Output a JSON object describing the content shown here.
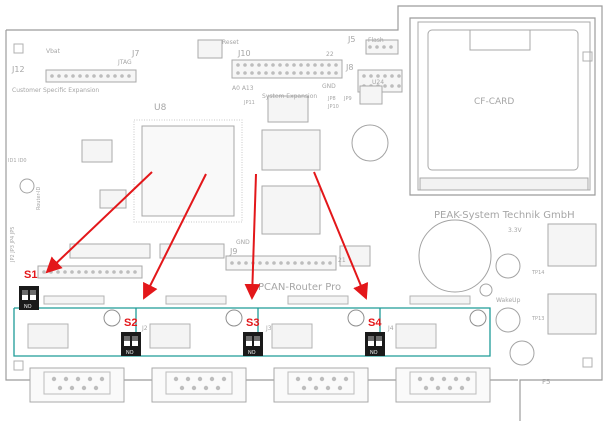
{
  "board": {
    "title": "PCAN-Router Pro",
    "vendor": "PEAK-System Technik GmbH",
    "card_slot": "CF-CARD",
    "main_chip": "U8",
    "labels": {
      "vbat": "Vbat",
      "jtag": "JTAG",
      "j7": "J7",
      "j10": "J10",
      "j5": "J5",
      "flash": "Flash",
      "j12": "J12",
      "expansion_customer": "Customer Specific Expansion",
      "expansion_system": "System Expansion",
      "j8": "J8",
      "j9": "J9",
      "gnd": "GND",
      "u24": "U24",
      "reset": "Reset",
      "wakeup": "WakeUp",
      "v33": "3.3V",
      "f5": "F5",
      "router_id": "Router-ID",
      "id_block": "ID1 ID0",
      "jp_block": "JP2 JP3 JP4 JP5",
      "j2": "J2",
      "j3": "J3",
      "j4": "J4",
      "ao": "A0 A13",
      "n2": "22",
      "n3": "21",
      "tp13": "TP13",
      "tp14": "TP14",
      "jp8": "JP8",
      "jp9": "JP9",
      "jp10": "JP10",
      "jp11": "JP11"
    }
  },
  "switches": [
    {
      "label": "S1",
      "mark": "NO"
    },
    {
      "label": "S2",
      "mark": "NO"
    },
    {
      "label": "S3",
      "mark": "NO"
    },
    {
      "label": "S4",
      "mark": "NO"
    }
  ],
  "colors": {
    "arrow": "#e3171a",
    "silkscreen": "#a6a6a6",
    "can_outline": "#1e9c98",
    "switch_body": "#1a1a1a"
  }
}
